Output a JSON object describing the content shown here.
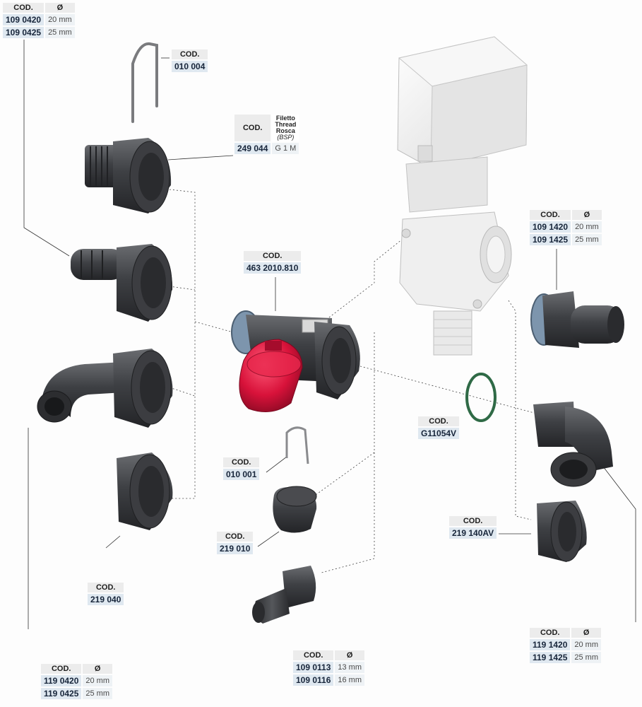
{
  "labels": {
    "cod": "COD.",
    "diameter": "Ø"
  },
  "parts": {
    "top_left": [
      {
        "code": "109 0420",
        "dim": "20 mm"
      },
      {
        "code": "109 0425",
        "dim": "25 mm"
      }
    ],
    "u_clip_top": {
      "code": "010 004"
    },
    "threaded": {
      "code": "249 044",
      "thread_lines": [
        "Filetto",
        "Thread",
        "Rosca"
      ],
      "thread_note": "(BSP)",
      "thread_value": "G 1 M"
    },
    "center_valve": {
      "code": "463 2010.810"
    },
    "right_mid": [
      {
        "code": "109 1420",
        "dim": "20 mm"
      },
      {
        "code": "109 1425",
        "dim": "25 mm"
      }
    ],
    "o_ring": {
      "code": "G11054V"
    },
    "u_clip_small": {
      "code": "010 001"
    },
    "cap": {
      "code": "219 010"
    },
    "nut_right": {
      "code": "219 140AV"
    },
    "nut_left": {
      "code": "219 040"
    },
    "bottom_center": [
      {
        "code": "109 0113",
        "dim": "13 mm"
      },
      {
        "code": "109 0116",
        "dim": "16 mm"
      }
    ],
    "bottom_right": [
      {
        "code": "119 1420",
        "dim": "20 mm"
      },
      {
        "code": "119 1425",
        "dim": "25 mm"
      }
    ],
    "bottom_left": [
      {
        "code": "119 0420",
        "dim": "20 mm"
      },
      {
        "code": "119 0425",
        "dim": "25 mm"
      }
    ]
  },
  "colors": {
    "part": "#3a3b3e",
    "part_light": "#5c5e62",
    "valve_body": "#ececec",
    "red_knob": "#d8123a",
    "o_ring": "#2f6a46",
    "seal_blue": "#7d95ad",
    "code_bg": "#dfe8f0"
  }
}
